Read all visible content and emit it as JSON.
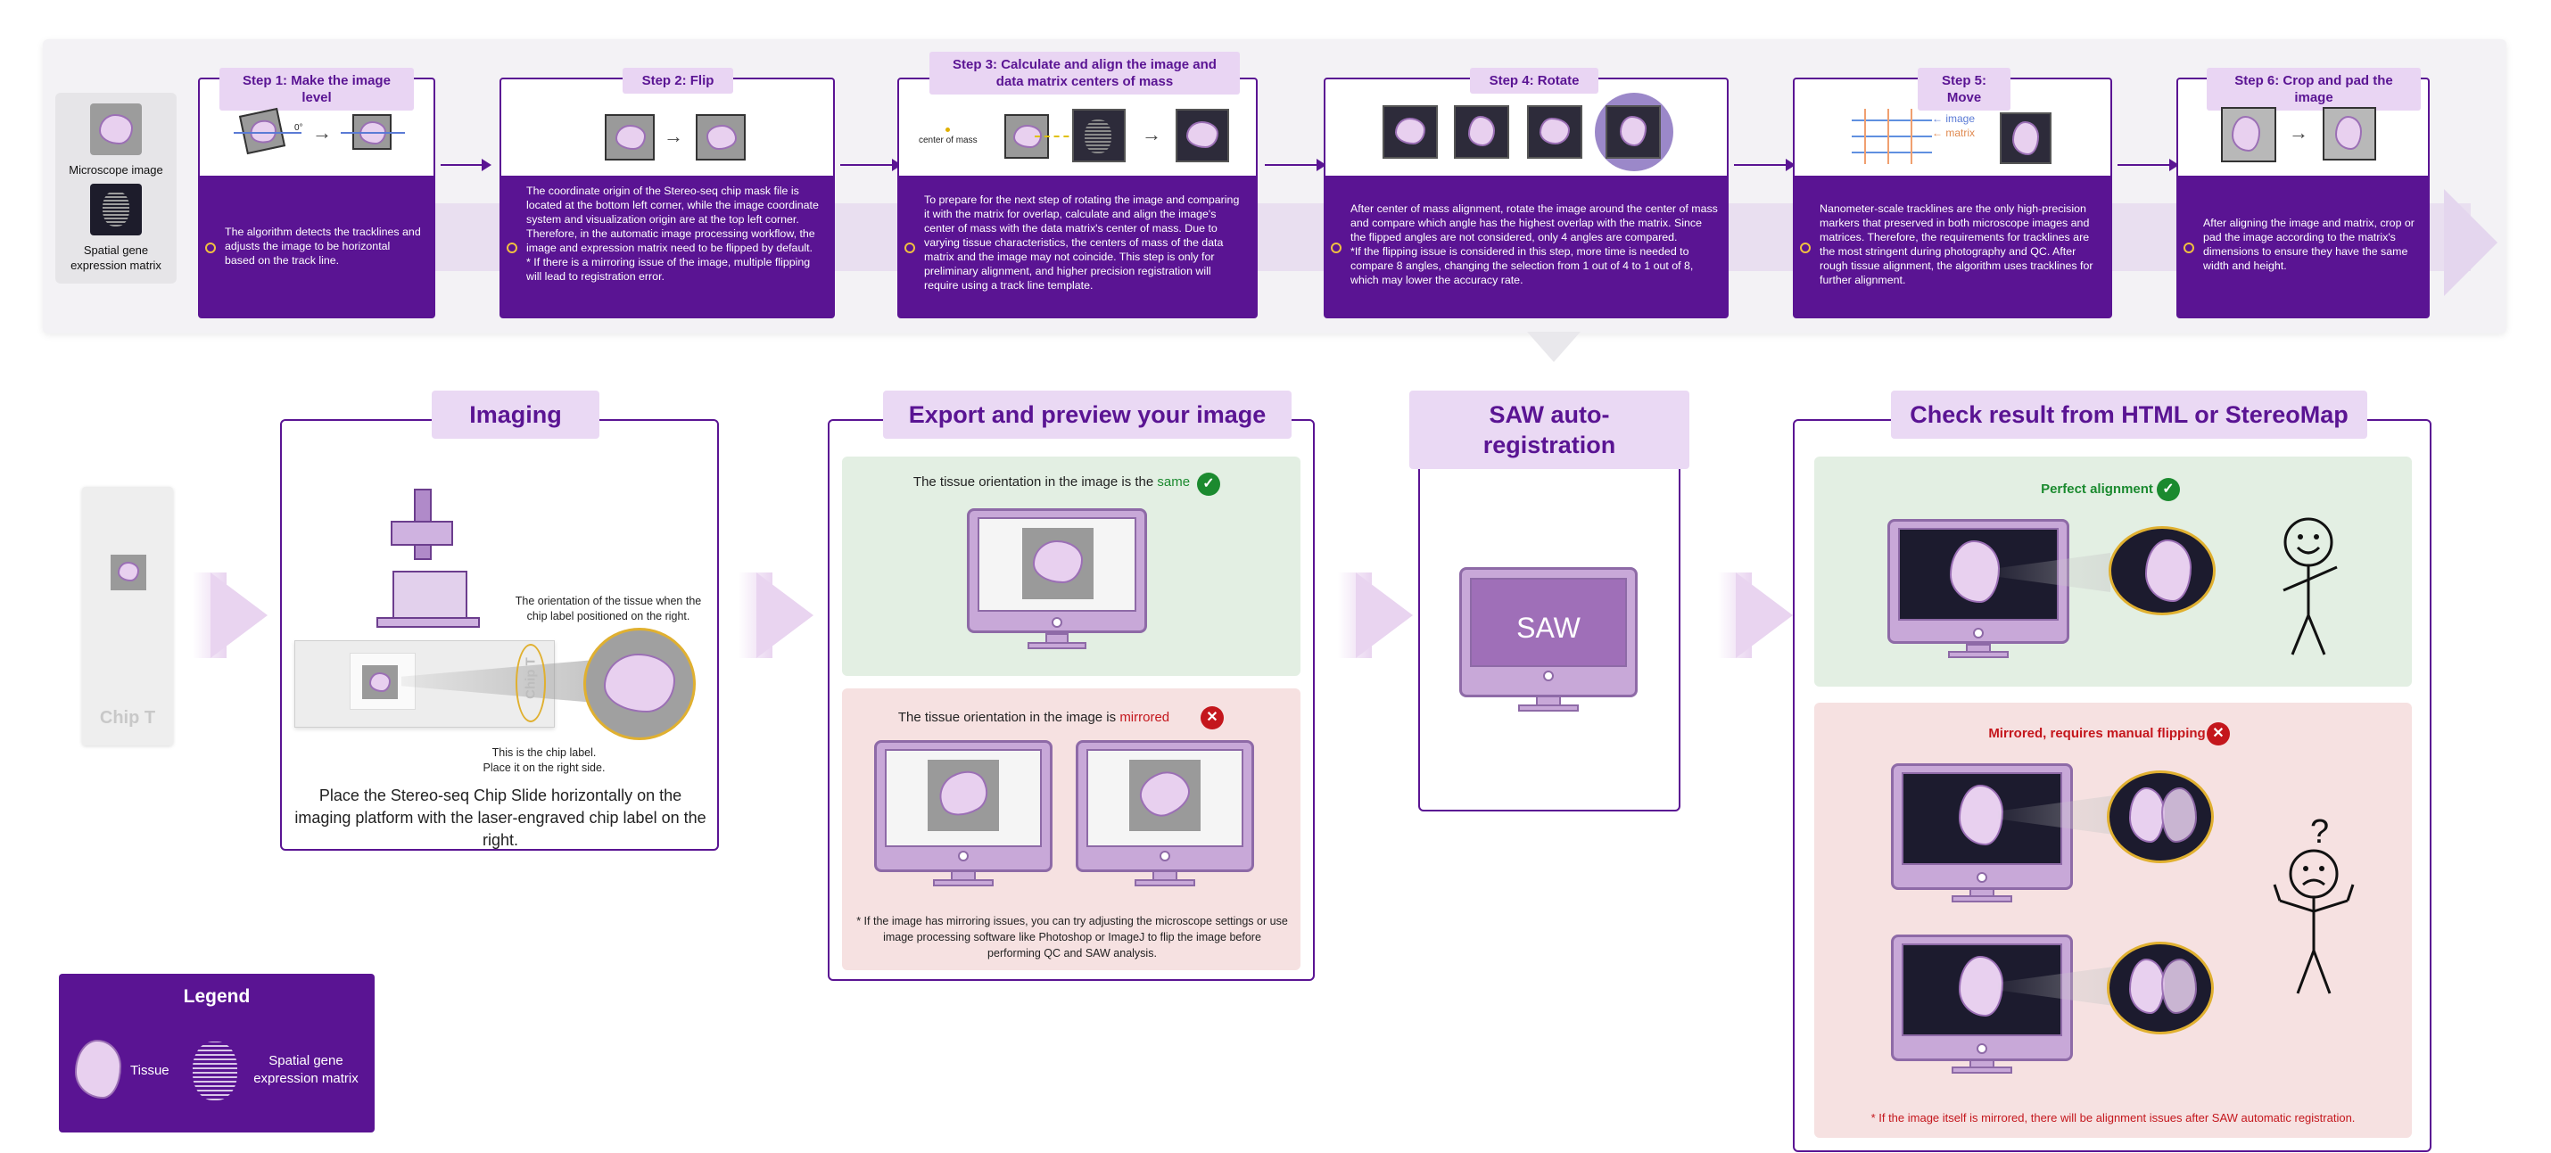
{
  "source": {
    "microscope_label": "Microscope image",
    "matrix_label": "Spatial gene expression matrix"
  },
  "steps": [
    {
      "title": "Step 1: Make the image level",
      "angle_label": "0°",
      "text": "The algorithm detects the tracklines and adjusts the image to be horizontal based on the track line."
    },
    {
      "title": "Step 2: Flip",
      "text": "The coordinate origin of the Stereo-seq chip mask file is located at the bottom left corner, while the image coordinate system and visualization origin are at the top left corner. Therefore, in the automatic image processing workflow, the image and expression matrix need to be flipped by default.\n* If there is a mirroring issue of the image, multiple flipping will lead to registration error."
    },
    {
      "title": "Step 3: Calculate and align the image and data matrix centers of mass",
      "mass_label": "center of mass",
      "text": "To prepare for the next step of rotating the image and comparing it with the matrix for overlap, calculate and align the image's center of mass with the data matrix's center of mass. Due to varying tissue characteristics, the centers of mass of the data matrix and the image may not coincide. This step is only for preliminary alignment, and higher precision registration will require using a track line template."
    },
    {
      "title": "Step 4: Rotate",
      "text": "After center of mass alignment, rotate the image around the center of mass and compare which angle has the highest overlap with the matrix. Since the flipped angles are not considered, only 4 angles are compared.\n*If the flipping issue is considered in this step, more time is needed to compare 8 angles, changing the selection from 1 out of 4 to 1 out of 8, which may lower the accuracy rate."
    },
    {
      "title": "Step 5: Move",
      "image_tag": "image",
      "matrix_tag": "matrix",
      "text": "Nanometer-scale tracklines are the only high-precision markers that preserved in both microscope images and matrices. Therefore, the requirements for tracklines are the most stringent during photography and QC. After rough tissue alignment, the algorithm uses tracklines for further alignment."
    },
    {
      "title": "Step 6: Crop and pad the image",
      "text": "After aligning the image and matrix, crop or pad the image according to the matrix's dimensions to ensure they have the same width and height."
    }
  ],
  "chip": {
    "label": "Chip T"
  },
  "imaging": {
    "title": "Imaging",
    "orientation_note": "The orientation of the tissue when the chip label positioned on the right.",
    "chip_label_note": "This is the chip label.\nPlace it on the right side.",
    "chip_tag": "Chip T",
    "caption": "Place the Stereo-seq Chip Slide horizontally on the imaging platform with the laser-engraved chip label on the right."
  },
  "export": {
    "title": "Export and preview your image",
    "same_prefix": "The tissue orientation in the image is the ",
    "same_word": "same",
    "mirrored_prefix": "The tissue orientation in the image is ",
    "mirrored_word": "mirrored",
    "footnote": "* If the image has mirroring issues, you can try adjusting the microscope settings or use image processing software like Photoshop or ImageJ to flip the image before performing QC and SAW analysis."
  },
  "saw": {
    "title": "SAW auto-registration",
    "screen_label": "SAW"
  },
  "check": {
    "title": "Check result from HTML or StereoMap",
    "perfect_label": "Perfect alignment",
    "mirrored_label": "Mirrored, requires manual flipping",
    "question_mark": "?",
    "footnote": "* If the image itself is mirrored, there will be alignment issues after SAW automatic registration."
  },
  "legend": {
    "title": "Legend",
    "tissue_label": "Tissue",
    "matrix_label": "Spatial gene expression matrix"
  },
  "colors": {
    "purple": "#5a1493",
    "light_purple": "#ead9f4",
    "green": "#1b8a2f",
    "red": "#c4161c"
  }
}
